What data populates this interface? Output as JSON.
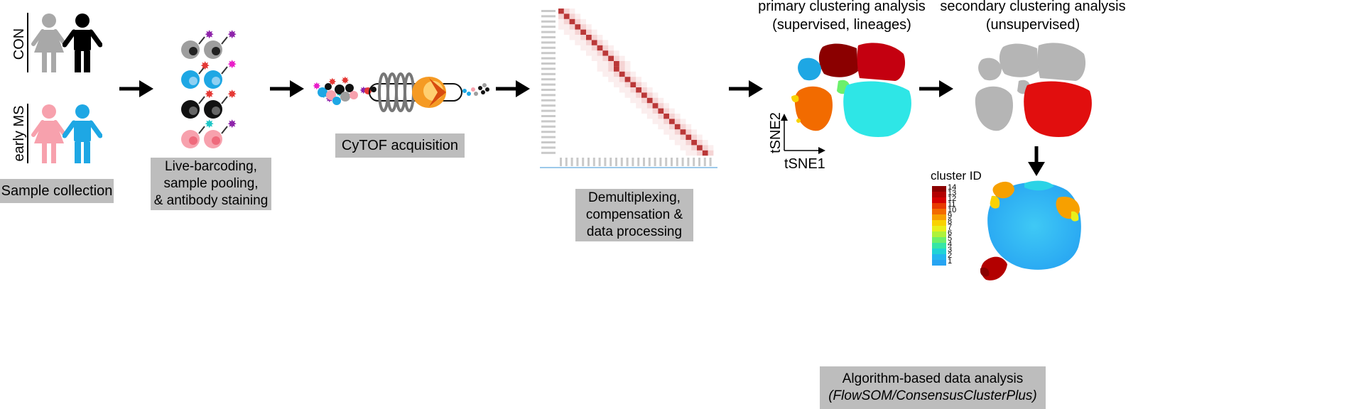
{
  "colors": {
    "box_bg": "#bdbdbd",
    "con_female": "#a8a8a8",
    "con_male": "#000000",
    "ms_female": "#f7a1ad",
    "ms_male": "#1ea7e4",
    "tsne_grey": "#b5b5b5",
    "tsne_red": "#e10e0e"
  },
  "groups": {
    "con_label": "CON",
    "ms_label": "early MS"
  },
  "steps": {
    "sample_collection": [
      "Sample collection"
    ],
    "barcoding": [
      "Live-barcoding,",
      "sample pooling,",
      "& antibody staining"
    ],
    "cytof": [
      "CyTOF acquisition"
    ],
    "demux": [
      "Demultiplexing,",
      "compensation &",
      "data processing"
    ],
    "algorithm_line1": "Algorithm-based data analysis",
    "algorithm_line2": "(FlowSOM/ConsensusClusterPlus)"
  },
  "analysis": {
    "primary_line1": "primary clustering analysis",
    "primary_line2": "(supervised, lineages)",
    "secondary_line1": "secondary clustering analysis",
    "secondary_line2": "(unsupervised)",
    "tsne_x": "tSNE1",
    "tsne_y": "tSNE2"
  },
  "cluster_legend": {
    "title": "cluster ID",
    "labels": [
      "14",
      "13",
      "12",
      "11",
      "10",
      "9",
      "8",
      "7",
      "6",
      "5",
      "4",
      "3",
      "2",
      "1"
    ],
    "colors": [
      "#8b0000",
      "#b30000",
      "#d40000",
      "#e83a00",
      "#f26b00",
      "#f7a000",
      "#f9d200",
      "#e8ef1a",
      "#aef23c",
      "#6cf06b",
      "#36e6a6",
      "#1fd3d6",
      "#22b6ef",
      "#27a4f2"
    ]
  },
  "icons": [
    "female-icon",
    "male-icon",
    "cell-icon",
    "antibody-icon",
    "cytof-instrument-icon",
    "arrow-icon"
  ]
}
